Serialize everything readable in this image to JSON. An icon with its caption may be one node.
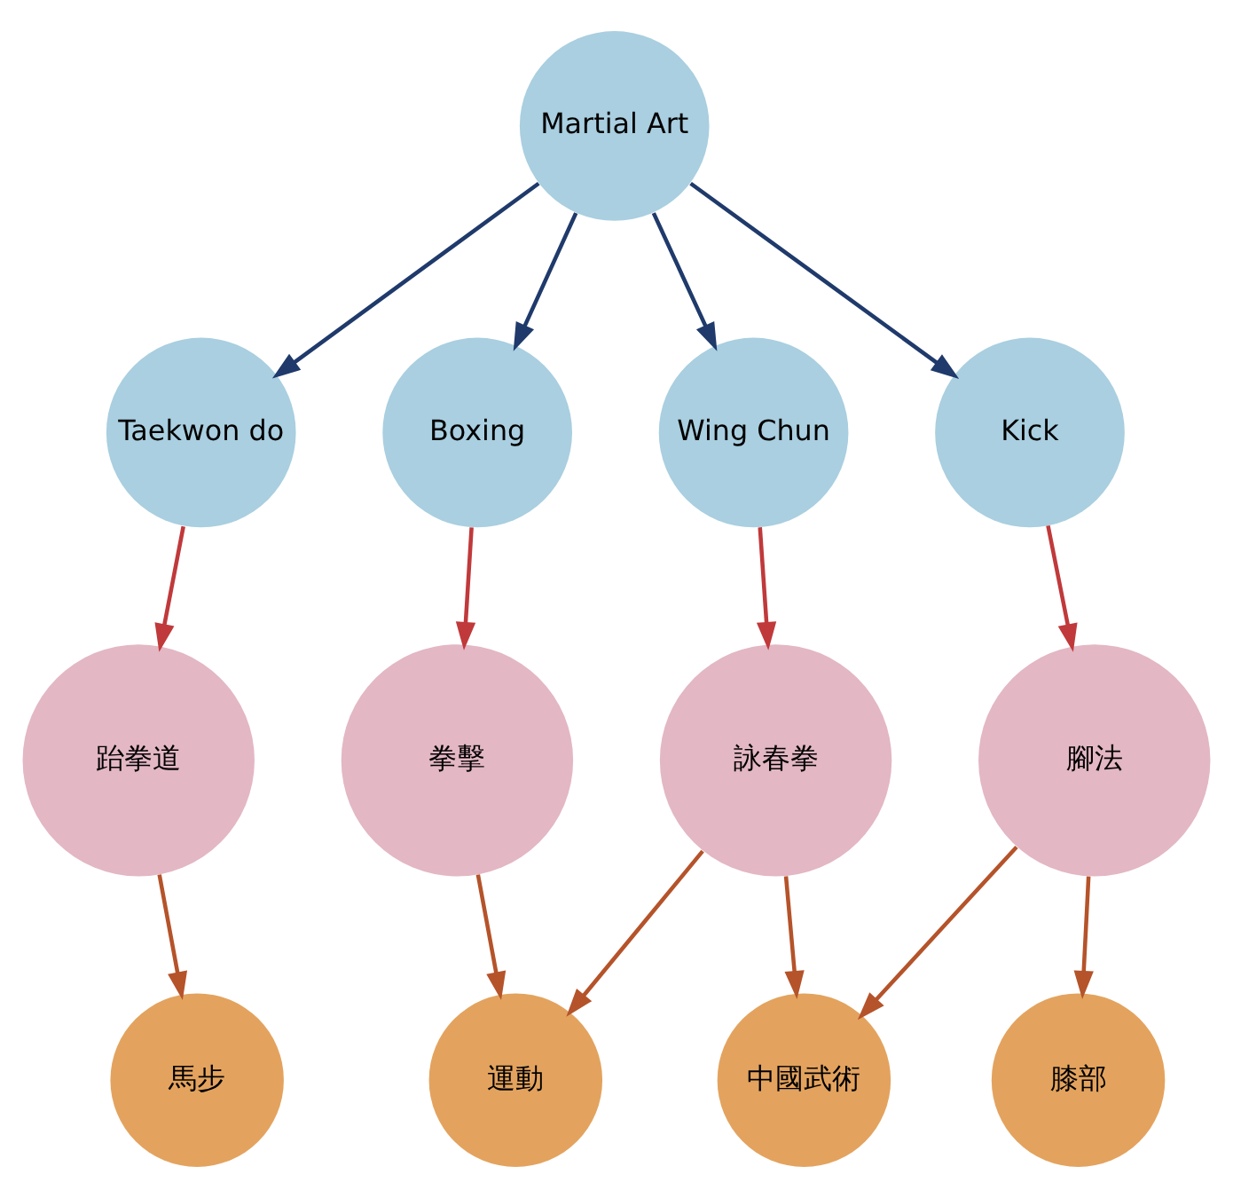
{
  "diagram": {
    "nodes": [
      {
        "text": [
          "Martial Art"
        ]
      },
      {
        "text": [
          "Taekwon do"
        ]
      },
      {
        "text": [
          "Boxing"
        ]
      },
      {
        "text": [
          "Wing Chun"
        ]
      },
      {
        "text": [
          "Kick"
        ]
      },
      {
        "text": [
          "跆拳道"
        ]
      },
      {
        "text": [
          "拳擊"
        ]
      },
      {
        "text": [
          "詠春拳"
        ]
      },
      {
        "text": [
          "腳法"
        ]
      },
      {
        "text": [
          "馬步"
        ]
      },
      {
        "text": [
          "運動"
        ]
      },
      {
        "text": [
          "中國武術"
        ]
      },
      {
        "text": [
          "膝部"
        ]
      }
    ],
    "edges": [
      {
        "from": 0,
        "to": 1,
        "arrow": "to",
        "color": "#1f3a6b"
      },
      {
        "from": 0,
        "to": 2,
        "arrow": "to",
        "color": "#1f3a6b"
      },
      {
        "from": 0,
        "to": 3,
        "arrow": "to",
        "color": "#1f3a6b"
      },
      {
        "from": 0,
        "to": 4,
        "arrow": "to",
        "color": "#1f3a6b"
      },
      {
        "from": 1,
        "to": 5,
        "arrow": "to",
        "color": "#c0393b"
      },
      {
        "from": 2,
        "to": 6,
        "arrow": "to",
        "color": "#c0393b"
      },
      {
        "from": 3,
        "to": 7,
        "arrow": "to",
        "color": "#c0393b"
      },
      {
        "from": 4,
        "to": 8,
        "arrow": "to",
        "color": "#c0393b"
      },
      {
        "from": 5,
        "to": 9,
        "arrow": "to"
      },
      {
        "from": 6,
        "to": 10,
        "arrow": "to"
      },
      {
        "from": 7,
        "to": 10,
        "arrow": "to"
      },
      {
        "from": 7,
        "to": 11,
        "arrow": "to"
      },
      {
        "from": 8,
        "to": 11,
        "arrow": "to"
      },
      {
        "from": 8,
        "to": 12,
        "arrow": "to"
      }
    ]
  }
}
